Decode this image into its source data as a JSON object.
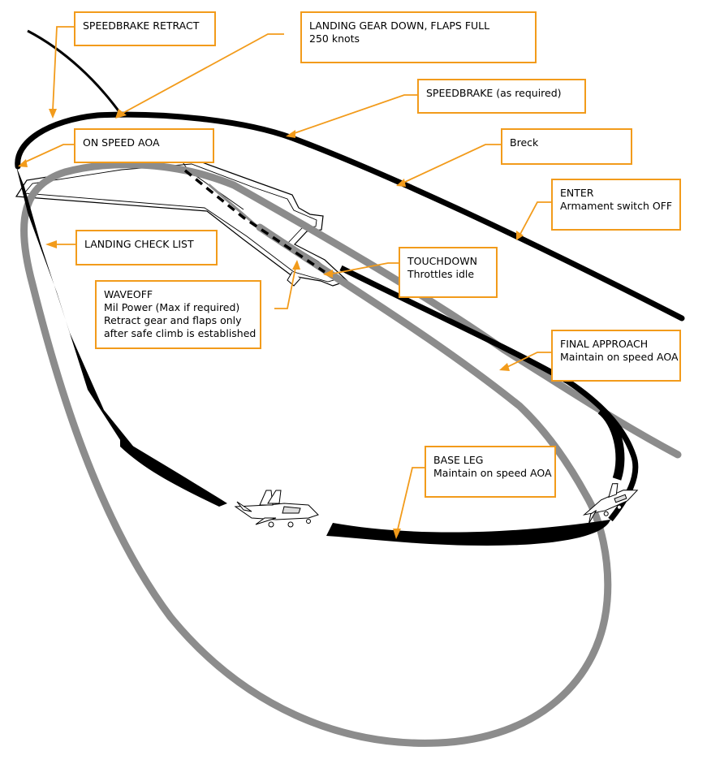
{
  "accent_color": "#f29b1b",
  "pattern_colors": {
    "pattern": "#000000",
    "waveoff": "#8c8c8c",
    "deck": "#000000"
  },
  "icons": [
    "fighter-jet-icon",
    "fighter-jet-icon"
  ],
  "callouts": {
    "speedbrake_retract": [
      "SPEEDBRAKE RETRACT"
    ],
    "gear_flaps": [
      "LANDING GEAR DOWN, FLAPS FULL",
      "250 knots"
    ],
    "speedbrake_required": [
      "SPEEDBRAKE (as required)"
    ],
    "on_speed": [
      "ON SPEED AOA"
    ],
    "breck": [
      "Breck"
    ],
    "enter": [
      "ENTER",
      "Armament switch OFF"
    ],
    "landing_check": [
      "LANDING CHECK LIST"
    ],
    "touchdown": [
      "TOUCHDOWN",
      "Throttles idle"
    ],
    "waveoff": [
      "WAVEOFF",
      "Mil Power (Max if required)",
      "Retract gear and flaps only",
      "after safe climb is established"
    ],
    "final_approach": [
      "FINAL APPROACH",
      "Maintain on speed AOA"
    ],
    "base_leg": [
      "BASE LEG",
      "Maintain on speed AOA"
    ]
  }
}
